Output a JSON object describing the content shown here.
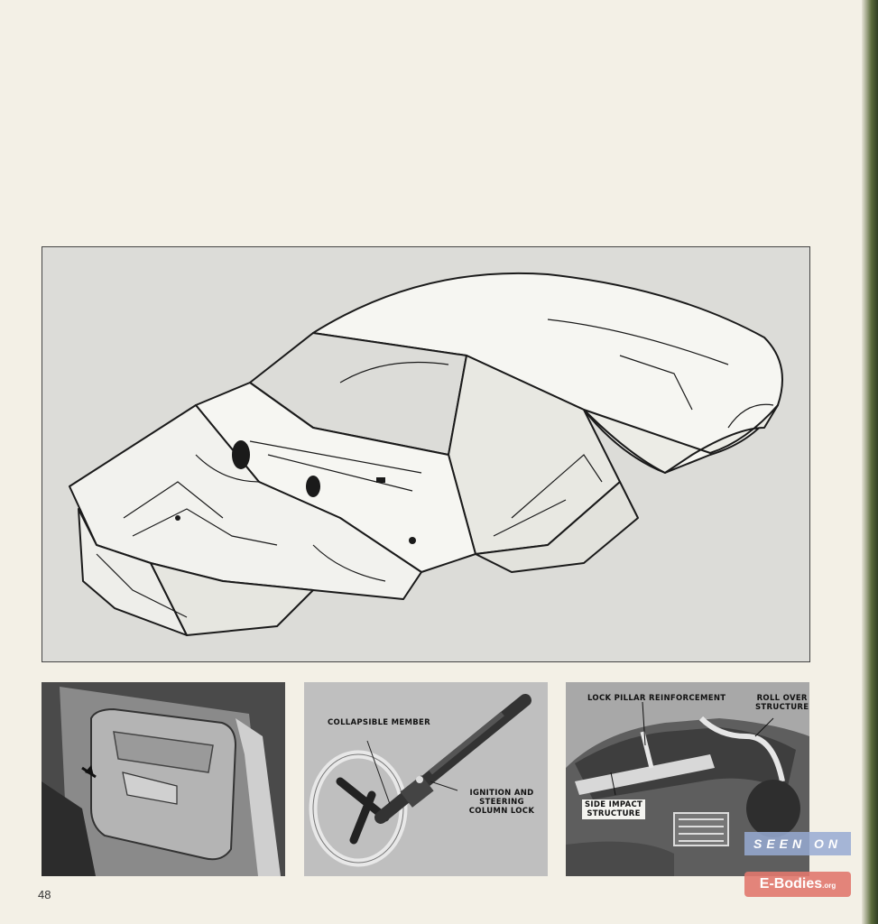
{
  "page": {
    "number": "48"
  },
  "captions": {
    "collapsible_member": "COLLAPSIBLE MEMBER",
    "ignition_lock_line1": "IGNITION AND STEERING",
    "ignition_lock_line2": "COLUMN LOCK",
    "lock_pillar": "LOCK PILLAR REINFORCEMENT",
    "roll_over_line1": "ROLL OVER",
    "roll_over_line2": "STRUCTURE",
    "side_impact_line1": "SIDE IMPACT",
    "side_impact_line2": "STRUCTURE"
  },
  "watermark": {
    "top": "SEEN ON",
    "bottom": "E-Bodies",
    "suffix": ".org"
  },
  "colors": {
    "paper": "#f3f0e6",
    "figure_bg": "#dcdcd8",
    "line": "#1a1a1a"
  }
}
